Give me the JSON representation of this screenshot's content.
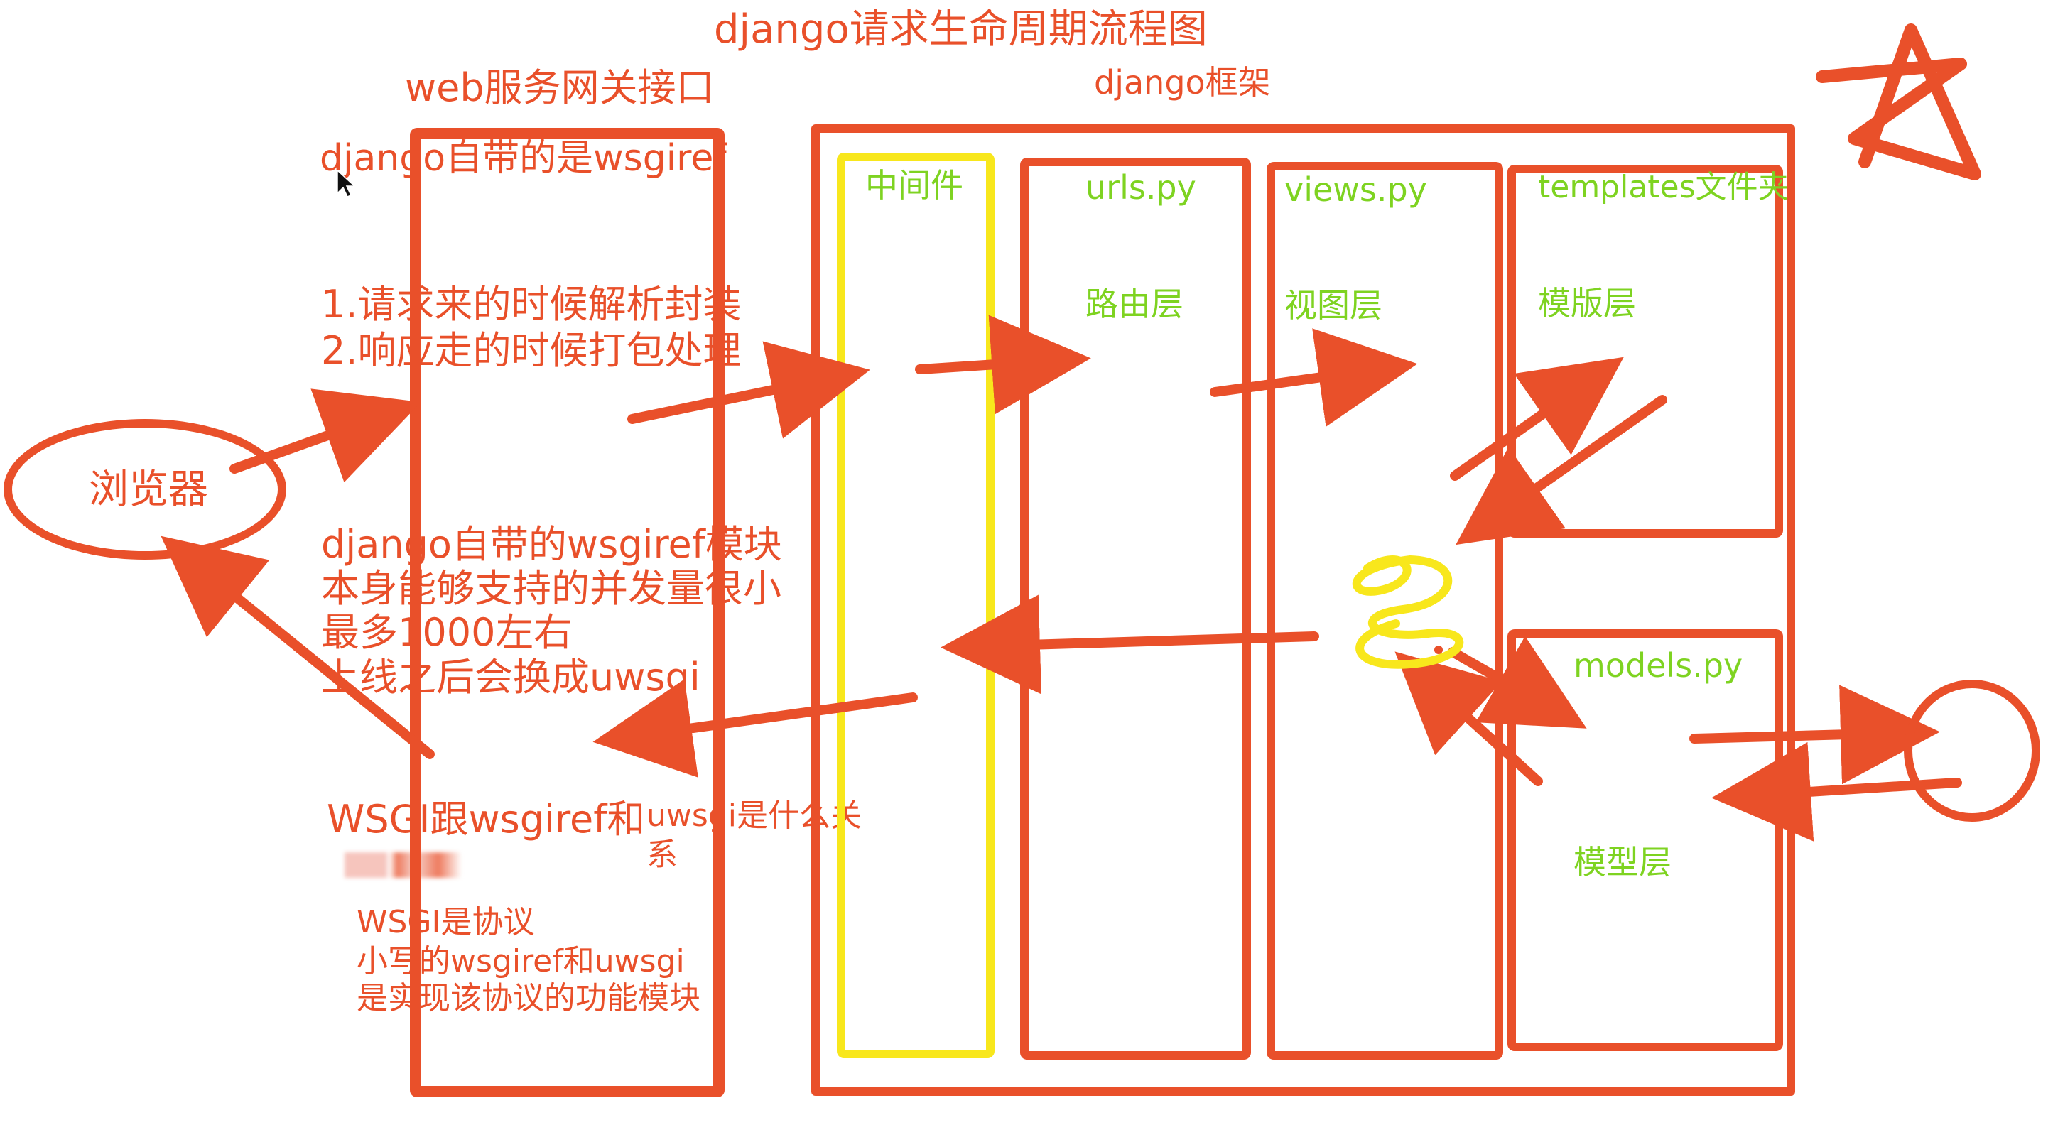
{
  "diagram": {
    "title": "django请求生命周期流程图",
    "gateway": {
      "heading": "web服务网关接口",
      "builtin": "django自带的是wsgiref",
      "steps": [
        "1.请求来的时候解析封装",
        "2.响应走的时候打包处理"
      ],
      "notes": [
        "django自带的wsgiref模块",
        "本身能够支持的并发量很小",
        "最多1000左右",
        "上线之后会换成uwsgi"
      ],
      "question_part1": "WSGI跟wsgiref和",
      "question_part2": "uwsgi是什么关",
      "question_part3": "系",
      "answer": [
        "WSGI是协议",
        "小写的wsgiref和uwsgi",
        "是实现该协议的功能模块"
      ]
    },
    "browser": {
      "label": "浏览器"
    },
    "framework": {
      "label": "django框架",
      "middleware": "中间件",
      "urls": {
        "file": "urls.py",
        "layer": "路由层"
      },
      "views": {
        "file": "views.py",
        "layer": "视图层"
      },
      "templates": {
        "file": "templates文件夹",
        "layer": "模版层"
      },
      "models": {
        "file": "models.py",
        "layer": "模型层"
      }
    },
    "colors": {
      "red": "#e9502a",
      "green": "#7ed321",
      "yellow": "#f8e71c"
    }
  }
}
